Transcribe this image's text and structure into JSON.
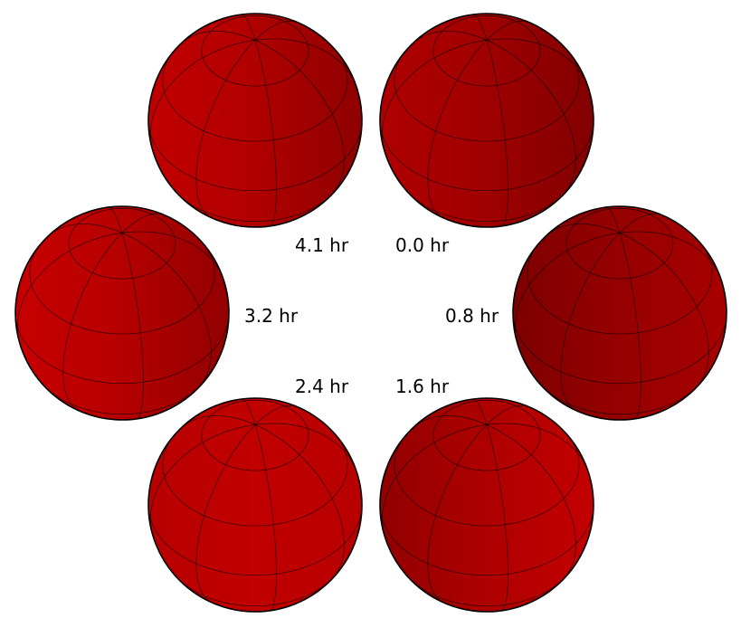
{
  "figure": {
    "spheres": [
      {
        "label": "0.0 hr",
        "color": "#a20000",
        "dark_side": "right"
      },
      {
        "label": "0.8 hr",
        "color": "#9c0000",
        "dark_side": "left"
      },
      {
        "label": "1.6 hr",
        "color": "#b50000",
        "dark_side": "left"
      },
      {
        "label": "2.4 hr",
        "color": "#b80000",
        "dark_side": "none"
      },
      {
        "label": "3.2 hr",
        "color": "#b80000",
        "dark_side": "right"
      },
      {
        "label": "4.1 hr",
        "color": "#b30000",
        "dark_side": "right"
      }
    ]
  }
}
